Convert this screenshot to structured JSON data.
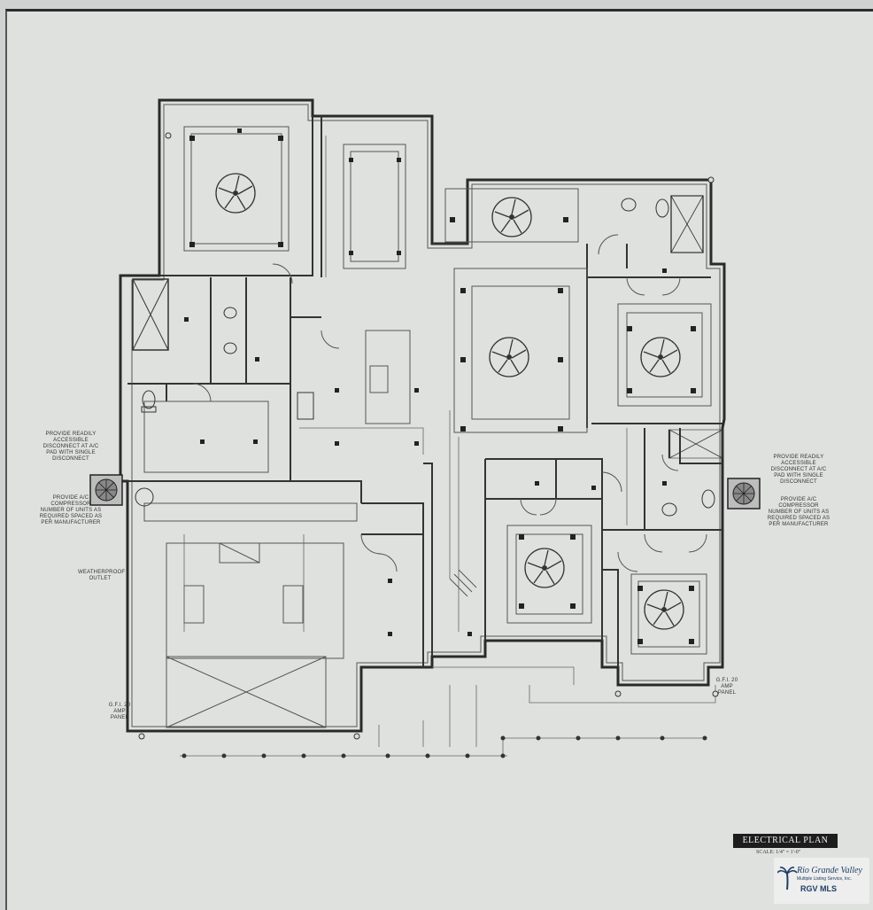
{
  "sheet": {
    "title": "ELECTRICAL PLAN",
    "scale": "SCALE: 1/4\" = 1'-0\""
  },
  "notes": {
    "left_disconnect": "PROVIDE READILY ACCESSIBLE DISCONNECT AT A/C PAD WITH SINGLE DISCONNECT",
    "left_compressor": "PROVIDE A/C COMPRESSOR NUMBER OF UNITS AS REQUIRED SPACED AS PER MANUFACTURER",
    "right_disconnect": "PROVIDE READILY ACCESSIBLE DISCONNECT AT A/C PAD WITH SINGLE DISCONNECT",
    "right_compressor": "PROVIDE A/C COMPRESSOR NUMBER OF UNITS AS REQUIRED SPACED AS PER MANUFACTURER",
    "garage_gfi": "G.F.I. 20 AMP PANEL",
    "right_gfi": "G.F.I. 20 AMP PANEL",
    "left_small": "WEATHERPROOF OUTLET"
  },
  "watermark": {
    "name": "Rio Grande Valley",
    "sub": "Multiple Listing Service, Inc.",
    "mls": "RGV MLS"
  },
  "icons": [
    "ceiling-fan-icon",
    "ac-unit-icon",
    "palm-tree-icon"
  ],
  "colors": {
    "line": "#2a2a2a",
    "paper": "#dfe1df",
    "title_bg": "#1d1d1d",
    "brand": "#1f3f66"
  }
}
